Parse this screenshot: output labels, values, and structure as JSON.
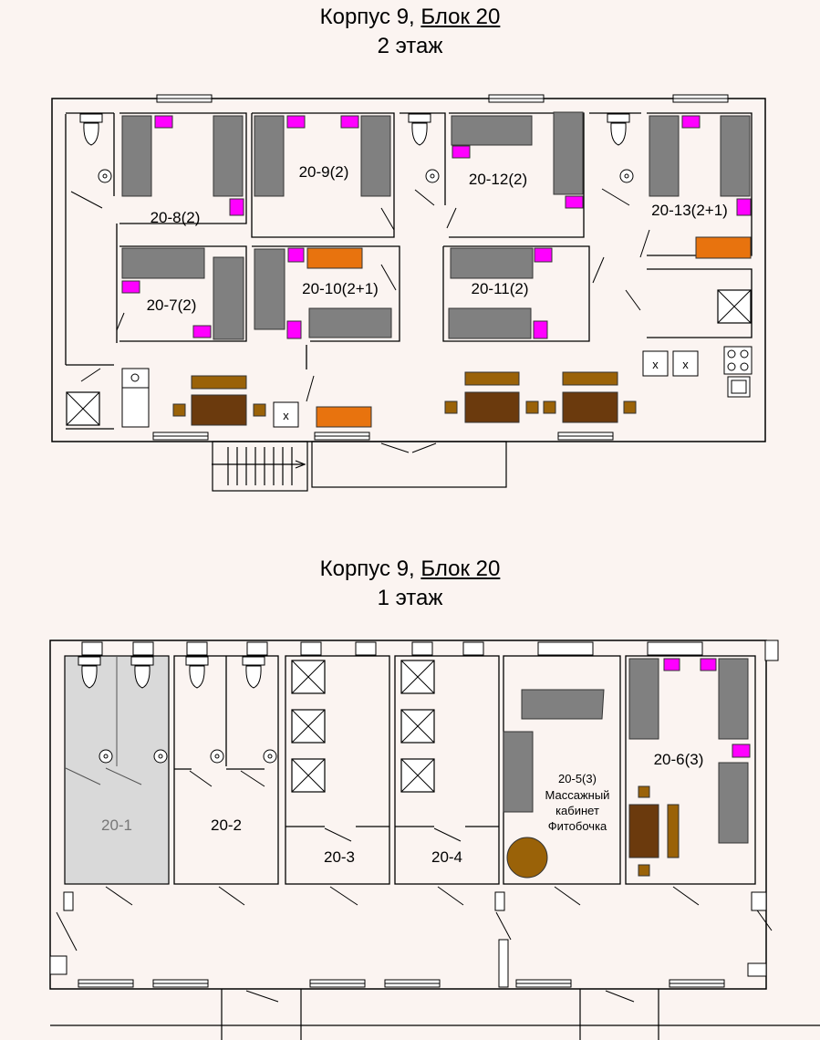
{
  "floor2": {
    "title_main": "Корпус 9, ",
    "title_block": "Блок 20",
    "subtitle": "2 этаж",
    "rooms": [
      "20-8(2)",
      "20-9(2)",
      "20-12(2)",
      "20-13(2+1)",
      "20-7(2)",
      "20-10(2+1)",
      "20-11(2)"
    ],
    "box_mark": "x"
  },
  "floor1": {
    "title_main": "Корпус 9, ",
    "title_block": "Блок 20",
    "subtitle": "1 этаж",
    "rooms": [
      "20-1",
      "20-2",
      "20-3",
      "20-4",
      "20-6(3)"
    ],
    "room5_lines": [
      "20-5(3)",
      "Массажный",
      "кабинет",
      "Фитобочка"
    ]
  },
  "colors": {
    "background": "#fbf4f1",
    "bed": "#808080",
    "nightstand": "#ff00ff",
    "extra_bed": "#e8730e",
    "table": "#6b3a0d",
    "chair": "#9a6208",
    "common_room": "#d9d9d9"
  }
}
